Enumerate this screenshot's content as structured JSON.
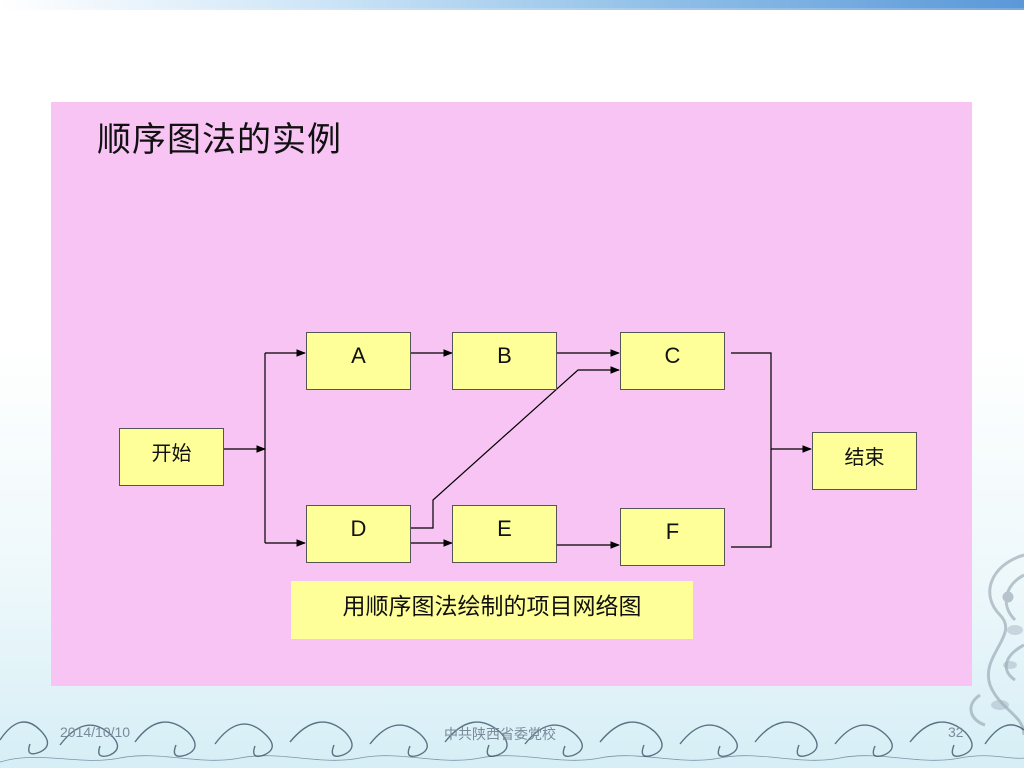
{
  "slide": {
    "title": "顺序图法的实例",
    "caption": "用顺序图法绘制的项目网络图"
  },
  "nodes": {
    "start": "开始",
    "a": "A",
    "b": "B",
    "c": "C",
    "d": "D",
    "e": "E",
    "f": "F",
    "end": "结束"
  },
  "footer": {
    "date": "2014/10/10",
    "org": "中共陕西省委党校",
    "page": "32"
  },
  "colors": {
    "panel": "#f7c4f3",
    "node_fill": "#ffff99"
  }
}
